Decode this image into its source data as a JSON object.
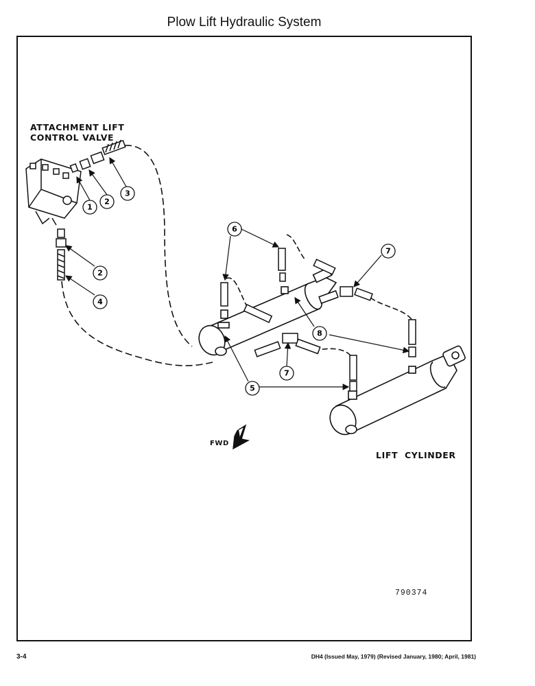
{
  "page": {
    "title": "Plow Lift Hydraulic System",
    "page_number": "3-4",
    "footer_note": "DH4 (Issued May, 1979) (Revised January, 1980; April, 1981)"
  },
  "diagram": {
    "labels": {
      "control_valve_line1": "ATTACHMENT LIFT",
      "control_valve_line2": "CONTROL VALVE",
      "lift_cylinder": "LIFT  CYLINDER",
      "fwd": "FWD",
      "figure_number": "790374"
    },
    "callouts": {
      "c1": "1",
      "c2a": "2",
      "c3": "3",
      "c2b": "2",
      "c4": "4",
      "c6": "6",
      "c7a": "7",
      "c8": "8",
      "c7b": "7",
      "c5": "5"
    }
  }
}
